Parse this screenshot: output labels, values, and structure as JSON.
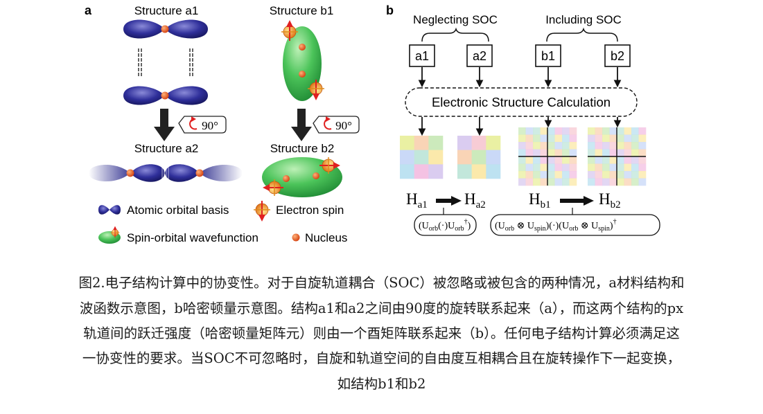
{
  "panel_a": {
    "label": "a",
    "structure_a1": "Structure a1",
    "structure_b1": "Structure b1",
    "structure_a2": "Structure a2",
    "structure_b2": "Structure b2",
    "rotation": "90°",
    "legend": {
      "atomic_orbital": "Atomic orbital basis",
      "electron_spin": "Electron spin",
      "spin_orbital": "Spin-orbital wavefunction",
      "nucleus": "Nucleus"
    }
  },
  "panel_b": {
    "label": "b",
    "neglecting": "Neglecting SOC",
    "including": "Including SOC",
    "boxes": [
      "a1",
      "a2",
      "b1",
      "b2"
    ],
    "calc": "Electronic Structure Calculation",
    "h_main": "H",
    "h_subs": [
      "a1",
      "a2",
      "b1",
      "b2"
    ],
    "orb_formula": "(U",
    "spin_formula": "(U"
  },
  "caption": [
    "图2.电子结构计算中的协变性。对于自旋轨道耦合（SOC）被忽略或被包含的两种情况，a材料结构和",
    "波函数示意图，b哈密顿量示意图。结构a1和a2之间由90度的旋转联系起来（a），而这两个结构的px",
    "轨道间的跃迁强度（哈密顿量矩阵元）则由一个酉矩阵联系起来（b）。任何电子结构计算必须满足这",
    "一协变性的要求。当SOC不可忽略时，自旋和轨道空间的自由度互相耦合且在旋转操作下一起变换，",
    "如结构b1和b2"
  ],
  "colors": {
    "orbital_blue": "#2a2a8c",
    "spin_green": "#2fae4a",
    "nucleus": "#e2561d",
    "spin_orange": "#f08a1a"
  }
}
